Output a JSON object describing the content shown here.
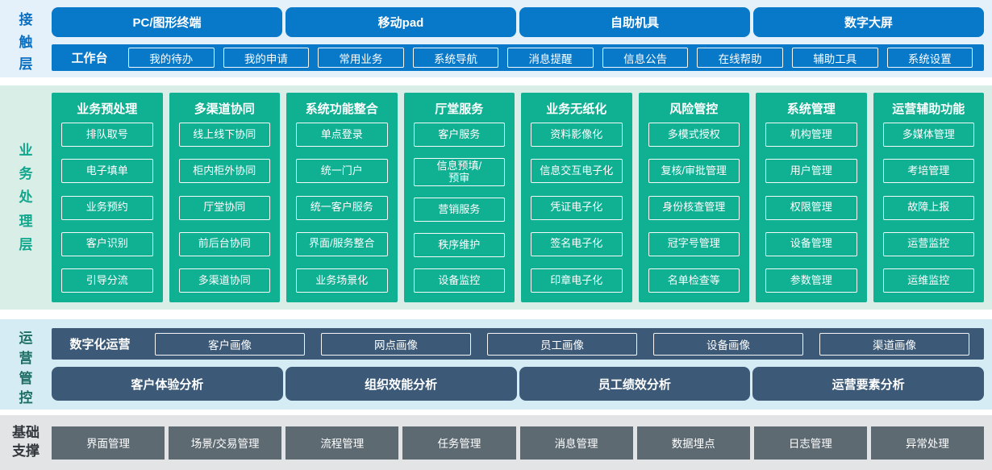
{
  "colors": {
    "blue": "#0878C9",
    "teal": "#10B093",
    "slate": "#3C5A77",
    "gray": "#5D6A72",
    "band-top": "#E4F1FA",
    "band-business": "#D8EEE7",
    "band-ops": "#D5ECF4",
    "band-fnd": "#E2E4E6",
    "label-blue": "#0B6FC0",
    "label-green": "#12A78D",
    "label-teal": "#1E6F66",
    "label-dark": "#33373C"
  },
  "layers": {
    "contact": {
      "label": "接触层",
      "terminals": [
        "PC/图形终端",
        "移动pad",
        "自助机具",
        "数字大屏"
      ],
      "workbench": {
        "label": "工作台",
        "items": [
          "我的待办",
          "我的申请",
          "常用业务",
          "系统导航",
          "消息提醒",
          "信息公告",
          "在线帮助",
          "辅助工具",
          "系统设置"
        ]
      }
    },
    "business": {
      "label": "业务处理层",
      "columns": [
        {
          "title": "业务预处理",
          "items": [
            "排队取号",
            "电子填单",
            "业务预约",
            "客户识别",
            "引导分流"
          ]
        },
        {
          "title": "多渠道协同",
          "items": [
            "线上线下协同",
            "柜内柜外协同",
            "厅堂协同",
            "前后台协同",
            "多渠道协同"
          ]
        },
        {
          "title": "系统功能整合",
          "items": [
            "单点登录",
            "统一门户",
            "统一客户服务",
            "界面/服务整合",
            "业务场景化"
          ]
        },
        {
          "title": "厅堂服务",
          "items": [
            "客户服务",
            "信息预填/\n预审",
            "营销服务",
            "秩序维护",
            "设备监控"
          ]
        },
        {
          "title": "业务无纸化",
          "items": [
            "资料影像化",
            "信息交互电子化",
            "凭证电子化",
            "签名电子化",
            "印章电子化"
          ]
        },
        {
          "title": "风险管控",
          "items": [
            "多模式授权",
            "复核/审批管理",
            "身份核查管理",
            "冠字号管理",
            "名单检查等"
          ]
        },
        {
          "title": "系统管理",
          "items": [
            "机构管理",
            "用户管理",
            "权限管理",
            "设备管理",
            "参数管理"
          ]
        },
        {
          "title": "运营辅助功能",
          "items": [
            "多媒体管理",
            "考培管理",
            "故障上报",
            "运营监控",
            "运维监控"
          ]
        }
      ]
    },
    "operations": {
      "label": "运营管控",
      "digital": {
        "label": "数字化运营",
        "items": [
          "客户画像",
          "网点画像",
          "员工画像",
          "设备画像",
          "渠道画像"
        ]
      },
      "analysis": [
        "客户体验分析",
        "组织效能分析",
        "员工绩效分析",
        "运营要素分析"
      ]
    },
    "foundation": {
      "label": "基础支撑",
      "items": [
        "界面管理",
        "场景/交易管理",
        "流程管理",
        "任务管理",
        "消息管理",
        "数据埋点",
        "日志管理",
        "异常处理"
      ]
    }
  }
}
